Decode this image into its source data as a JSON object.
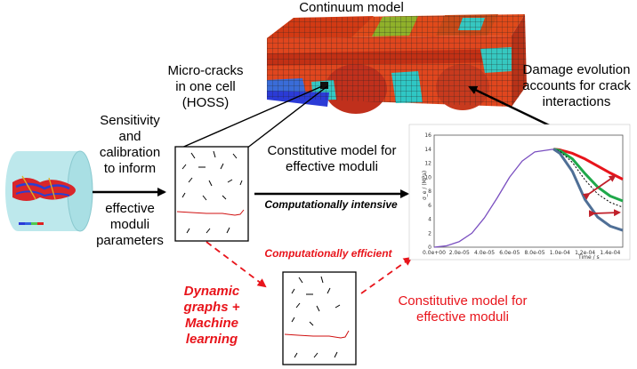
{
  "labels": {
    "continuum_model": "Continuum model",
    "micro_cracks": [
      "Micro-cracks",
      "in one cell",
      "(HOSS)"
    ],
    "damage_evolution": [
      "Damage evolution",
      "accounts for crack",
      "interactions"
    ],
    "sensitivity": [
      "Sensitivity",
      "and",
      "calibration",
      "to inform"
    ],
    "effective_params": [
      "effective",
      "moduli",
      "parameters"
    ],
    "constitutive_top": [
      "Constitutive model for",
      "effective moduli"
    ],
    "comp_intensive": "Computationally intensive",
    "comp_efficient": "Computationally efficient",
    "dynamic_graphs": [
      "Dynamic",
      "graphs +",
      "Machine",
      "learning"
    ],
    "constitutive_bottom": [
      "Constitutive model for",
      "effective moduli"
    ]
  },
  "colors": {
    "red": "#e8141b",
    "green": "#1fa84a",
    "blue": "#4f6f96",
    "purple": "#7a4fc0"
  },
  "chart_data": {
    "type": "line",
    "xlabel": "Time / s",
    "ylabel": "σ_e / (MPa)",
    "xlim": [
      0,
      0.00015
    ],
    "ylim": [
      0,
      16
    ],
    "x_ticks": [
      "0.0e+00",
      "2.0e-05",
      "4.0e-05",
      "6.0e-05",
      "8.0e-05",
      "1.0e-04",
      "1.2e-04",
      "1.4e-04"
    ],
    "y_ticks": [
      "0",
      "2",
      "4",
      "6",
      "8",
      "10",
      "12",
      "14",
      "16"
    ],
    "series": [
      {
        "color": "#7a4fc0",
        "x": [
          0,
          1e-05,
          2e-05,
          3e-05,
          4e-05,
          5e-05,
          6e-05,
          7e-05,
          8e-05,
          9.5e-05
        ],
        "y": [
          0,
          0.2,
          0.8,
          2.0,
          4.2,
          7.0,
          10.0,
          12.3,
          13.6,
          14.0
        ]
      },
      {
        "color": "#e8141b",
        "x": [
          9.5e-05,
          0.0001,
          0.00011,
          0.00012,
          0.00013,
          0.00014,
          0.00015
        ],
        "y": [
          14.0,
          13.9,
          13.4,
          12.6,
          11.6,
          10.6,
          9.7
        ]
      },
      {
        "color": "#1fa84a",
        "x": [
          9.5e-05,
          0.0001,
          0.00011,
          0.00012,
          0.00013,
          0.00014,
          0.00015
        ],
        "y": [
          14.0,
          13.8,
          12.6,
          10.5,
          8.6,
          7.3,
          6.6
        ]
      },
      {
        "color": "#000000",
        "x": [
          9.5e-05,
          0.0001,
          0.00011,
          0.00012,
          0.00013,
          0.00014,
          0.00015
        ],
        "y": [
          14.0,
          13.7,
          12.1,
          9.6,
          7.6,
          6.4,
          5.7
        ]
      },
      {
        "color": "#4f6f96",
        "x": [
          9.5e-05,
          0.0001,
          0.00011,
          0.00012,
          0.00013,
          0.00014,
          0.00015
        ],
        "y": [
          14.0,
          13.4,
          10.8,
          6.8,
          4.3,
          3.0,
          2.4
        ]
      }
    ]
  }
}
